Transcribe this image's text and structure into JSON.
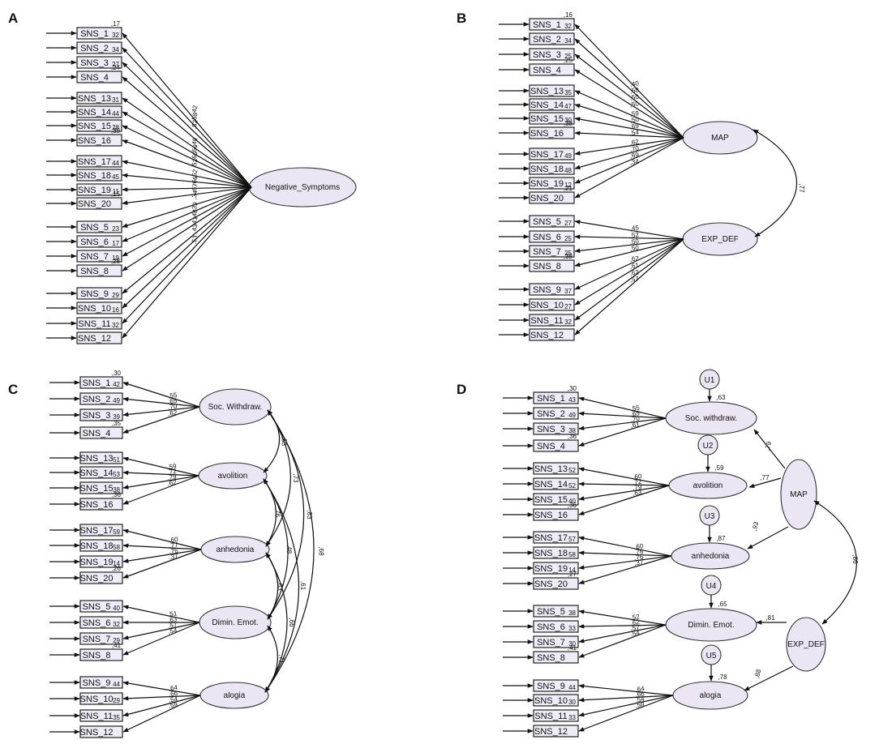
{
  "panels": [
    {
      "id": "A",
      "label": "A",
      "indicators": [
        {
          "name": "SNS_1",
          "r2": ",17",
          "err": "32"
        },
        {
          "name": "SNS_2",
          "err": "34"
        },
        {
          "name": "SNS_3",
          "err": "27"
        },
        {
          "name": "SNS_4",
          "r2": ",24"
        },
        {
          "name": "SNS_13",
          "err": "31"
        },
        {
          "name": "SNS_14",
          "err": "44"
        },
        {
          "name": "SNS_15",
          "err": "28"
        },
        {
          "name": "SNS_16",
          "r2": ",39"
        },
        {
          "name": "SNS_17",
          "err": "44"
        },
        {
          "name": "SNS_18",
          "err": "45"
        },
        {
          "name": "SNS_19",
          "err": "11"
        },
        {
          "name": "SNS_20",
          "r2": ",15"
        },
        {
          "name": "SNS_5",
          "err": "23"
        },
        {
          "name": "SNS_6",
          "err": "17"
        },
        {
          "name": "SNS_7",
          "err": "19"
        },
        {
          "name": "SNS_8",
          "r2": ",28"
        },
        {
          "name": "SNS_9",
          "err": "29"
        },
        {
          "name": "SNS_10",
          "err": "16"
        },
        {
          "name": "SNS_11",
          "err": "32"
        },
        {
          "name": "SNS_12"
        }
      ],
      "loading_labels": [
        ",42",
        ",58",
        ",52",
        ",49",
        ",56",
        ",60",
        ",53",
        ",62",
        ",66",
        ",67",
        ",34",
        ",39",
        ",48",
        ",41",
        ",43",
        ",53"
      ],
      "latents": [
        {
          "name": "Negative_Symptoms"
        }
      ],
      "correlations": []
    },
    {
      "id": "B",
      "label": "B",
      "indicators": [
        {
          "name": "SNS_1",
          "r2": ",16",
          "err": "32"
        },
        {
          "name": "SNS_2",
          "err": "34"
        },
        {
          "name": "SNS_3",
          "err": "25"
        },
        {
          "name": "SNS_4",
          "r2": ",25"
        },
        {
          "name": "SNS_13",
          "err": "35"
        },
        {
          "name": "SNS_14",
          "err": "47"
        },
        {
          "name": "SNS_15",
          "err": "30"
        },
        {
          "name": "SNS_16",
          "r2": ",38"
        },
        {
          "name": "SNS_17",
          "err": "49"
        },
        {
          "name": "SNS_18",
          "err": "48"
        },
        {
          "name": "SNS_19",
          "err": "12"
        },
        {
          "name": "SNS_20",
          "r2": ",21"
        },
        {
          "name": "SNS_5",
          "err": "27"
        },
        {
          "name": "SNS_6",
          "err": "25"
        },
        {
          "name": "SNS_7",
          "err": "25"
        },
        {
          "name": "SNS_8",
          "r2": ",38"
        },
        {
          "name": "SNS_9",
          "err": "37"
        },
        {
          "name": "SNS_10",
          "err": "27"
        },
        {
          "name": "SNS_11",
          "err": "32"
        },
        {
          "name": "SNS_12"
        }
      ],
      "loading_labels": [
        ",40",
        ",58",
        ",50",
        ",50",
        ",59",
        ",50",
        ",69",
        ",54",
        ",62",
        ",70",
        ",69",
        ",34",
        ",45",
        ",52",
        ",50",
        ",50",
        ",62",
        ",61",
        ",62",
        ",57"
      ],
      "latents": [
        {
          "name": "MAP"
        },
        {
          "name": "EXP_DEF"
        }
      ],
      "correlations": [
        ",77"
      ]
    },
    {
      "id": "C",
      "label": "C",
      "indicators": [
        {
          "name": "SNS_1",
          "r2": ",30",
          "err": "42"
        },
        {
          "name": "SNS_2",
          "err": "49"
        },
        {
          "name": "SNS_3",
          "err": "39"
        },
        {
          "name": "SNS_4",
          "r2": ",35"
        },
        {
          "name": "SNS_13",
          "err": "51"
        },
        {
          "name": "SNS_14",
          "err": "53"
        },
        {
          "name": "SNS_15",
          "err": "38"
        },
        {
          "name": "SNS_16",
          "r2": ",36"
        },
        {
          "name": "SNS_17",
          "err": "59"
        },
        {
          "name": "SNS_18",
          "err": "58"
        },
        {
          "name": "SNS_19",
          "err": "14"
        },
        {
          "name": "SNS_20",
          "r2": ",26"
        },
        {
          "name": "SNS_5",
          "err": "40"
        },
        {
          "name": "SNS_6",
          "err": "32"
        },
        {
          "name": "SNS_7",
          "err": "29"
        },
        {
          "name": "SNS_8",
          "r2": ",41"
        },
        {
          "name": "SNS_9",
          "err": "44"
        },
        {
          "name": "SNS_10",
          "err": "29"
        },
        {
          "name": "SNS_11",
          "err": "35"
        },
        {
          "name": "SNS_12"
        }
      ],
      "loading_labels": [
        ",55",
        ",65",
        ",70",
        ",62",
        ",59",
        ",72",
        ",79",
        ",62",
        ",60",
        ",77",
        ",76",
        ",37",
        ",51",
        ",63",
        ",57",
        ",54",
        ",64",
        ",66",
        ",54",
        ",59"
      ],
      "latents": [
        {
          "name": "Soc. Withdraw."
        },
        {
          "name": "avolition"
        },
        {
          "name": "anhedonia"
        },
        {
          "name": "Dimin. Emot."
        },
        {
          "name": "alogia"
        }
      ],
      "correlations": [
        ",53",
        ",73",
        ",83",
        ",68",
        ",76",
        ",48",
        ",61",
        ",63",
        ",66",
        ",71"
      ]
    },
    {
      "id": "D",
      "label": "D",
      "indicators": [
        {
          "name": "SNS_1",
          "r2": ",30",
          "err": "43"
        },
        {
          "name": "SNS_2",
          "err": "49"
        },
        {
          "name": "SNS_3",
          "err": "38"
        },
        {
          "name": "SNS_4",
          "r2": ",36"
        },
        {
          "name": "SNS_13",
          "err": "52"
        },
        {
          "name": "SNS_14",
          "err": "52"
        },
        {
          "name": "SNS_15",
          "err": "40"
        },
        {
          "name": "SNS_16",
          "r2": ",36"
        },
        {
          "name": "SNS_17",
          "err": "57"
        },
        {
          "name": "SNS_18",
          "err": "58"
        },
        {
          "name": "SNS_19",
          "err": "14"
        },
        {
          "name": "SNS_20",
          "r2": ",27"
        },
        {
          "name": "SNS_5",
          "err": "38"
        },
        {
          "name": "SNS_6",
          "err": "33"
        },
        {
          "name": "SNS_7",
          "err": "30"
        },
        {
          "name": "SNS_8",
          "r2": ",41"
        },
        {
          "name": "SNS_9",
          "err": "44"
        },
        {
          "name": "SNS_10",
          "err": "30"
        },
        {
          "name": "SNS_11",
          "err": "33"
        },
        {
          "name": "SNS_12"
        }
      ],
      "loading_labels": [
        ",55",
        ",65",
        ",70",
        ",61",
        ",60",
        ",72",
        ",79",
        ",63",
        ",60",
        ",76",
        ",76",
        ",37",
        ",52",
        ",62",
        ",57",
        ",54",
        ",64",
        ",66",
        ",54",
        ",58"
      ],
      "latents": [
        {
          "name": "Soc. withdraw."
        },
        {
          "name": "avolition"
        },
        {
          "name": "anhedonia"
        },
        {
          "name": "Dimin. Emot."
        },
        {
          "name": "alogia"
        },
        {
          "name": "MAP"
        },
        {
          "name": "EXP_DEF"
        }
      ],
      "disturbances": [
        {
          "name": "U1"
        },
        {
          "name": "U2"
        },
        {
          "name": "U3"
        },
        {
          "name": "U4"
        },
        {
          "name": "U5"
        }
      ],
      "r2_first_order": [
        ",63",
        ",59",
        ",87",
        ",65",
        ",78"
      ],
      "second_order_loadings": [
        ",79",
        ",77",
        ",93",
        ",81",
        ",88"
      ],
      "correlations": [
        ",86"
      ]
    }
  ]
}
